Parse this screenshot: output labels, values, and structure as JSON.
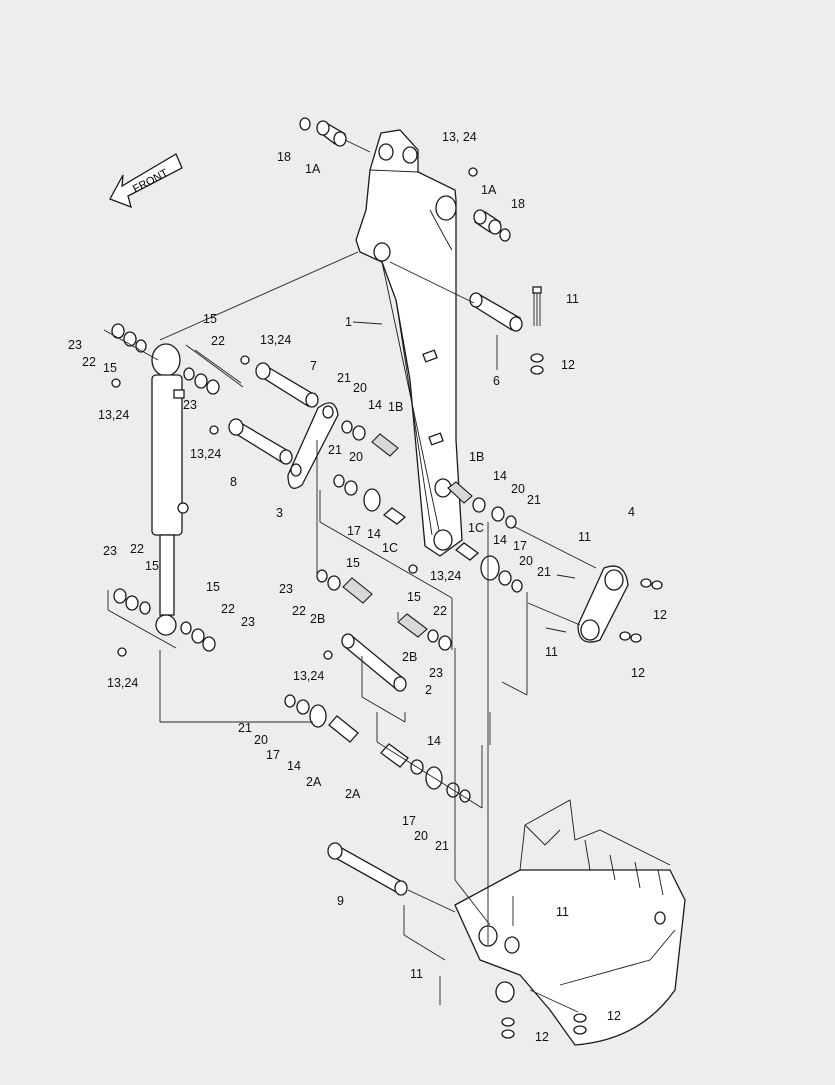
{
  "front_arrow_text": "FRONT",
  "callouts": [
    {
      "id": "c18a",
      "text": "18"
    },
    {
      "id": "c1Aa",
      "text": "1A"
    },
    {
      "id": "c1324a",
      "text": "13, 24"
    },
    {
      "id": "c1Ab",
      "text": "1A"
    },
    {
      "id": "c18b",
      "text": "18"
    },
    {
      "id": "c11a",
      "text": "11"
    },
    {
      "id": "c1",
      "text": "1"
    },
    {
      "id": "c12a",
      "text": "12"
    },
    {
      "id": "c6",
      "text": "6"
    },
    {
      "id": "c23a",
      "text": "23"
    },
    {
      "id": "c22a",
      "text": "22"
    },
    {
      "id": "c15a",
      "text": "15"
    },
    {
      "id": "c15b",
      "text": "15"
    },
    {
      "id": "c22b",
      "text": "22"
    },
    {
      "id": "c23b",
      "text": "23"
    },
    {
      "id": "c1324b",
      "text": "13,24"
    },
    {
      "id": "c1324c",
      "text": "13,24"
    },
    {
      "id": "c7",
      "text": "7"
    },
    {
      "id": "c21a",
      "text": "21"
    },
    {
      "id": "c20a",
      "text": "20"
    },
    {
      "id": "c14a",
      "text": "14"
    },
    {
      "id": "c1Ba",
      "text": "1B"
    },
    {
      "id": "c1324d",
      "text": "13,24"
    },
    {
      "id": "c8",
      "text": "8"
    },
    {
      "id": "c3",
      "text": "3"
    },
    {
      "id": "c21b",
      "text": "21"
    },
    {
      "id": "c20b",
      "text": "20"
    },
    {
      "id": "c17a",
      "text": "17"
    },
    {
      "id": "c14b",
      "text": "14"
    },
    {
      "id": "c1Ca",
      "text": "1C"
    },
    {
      "id": "c1Bb",
      "text": "1B"
    },
    {
      "id": "c14c",
      "text": "14"
    },
    {
      "id": "c20c",
      "text": "20"
    },
    {
      "id": "c21c",
      "text": "21"
    },
    {
      "id": "c1Cb",
      "text": "1C"
    },
    {
      "id": "c14d",
      "text": "14"
    },
    {
      "id": "c17b",
      "text": "17"
    },
    {
      "id": "c20d",
      "text": "20"
    },
    {
      "id": "c21d",
      "text": "21"
    },
    {
      "id": "c4",
      "text": "4"
    },
    {
      "id": "c11b",
      "text": "11"
    },
    {
      "id": "c12b",
      "text": "12"
    },
    {
      "id": "c1324e",
      "text": "13,24"
    },
    {
      "id": "c23c",
      "text": "23"
    },
    {
      "id": "c22c",
      "text": "22"
    },
    {
      "id": "c15c",
      "text": "15"
    },
    {
      "id": "c15d",
      "text": "15"
    },
    {
      "id": "c22d",
      "text": "22"
    },
    {
      "id": "c23d",
      "text": "23"
    },
    {
      "id": "c1324f",
      "text": "13,24"
    },
    {
      "id": "c23e",
      "text": "23"
    },
    {
      "id": "c15e",
      "text": "15"
    },
    {
      "id": "c22e",
      "text": "22"
    },
    {
      "id": "c2Ba",
      "text": "2B"
    },
    {
      "id": "c15f",
      "text": "15"
    },
    {
      "id": "c22f",
      "text": "22"
    },
    {
      "id": "c2Bb",
      "text": "2B"
    },
    {
      "id": "c23f",
      "text": "23"
    },
    {
      "id": "c11c",
      "text": "11"
    },
    {
      "id": "c12c",
      "text": "12"
    },
    {
      "id": "c1324g",
      "text": "13,24"
    },
    {
      "id": "c2",
      "text": "2"
    },
    {
      "id": "c21e",
      "text": "21"
    },
    {
      "id": "c20e",
      "text": "20"
    },
    {
      "id": "c17c",
      "text": "17"
    },
    {
      "id": "c14e",
      "text": "14"
    },
    {
      "id": "c2Aa",
      "text": "2A"
    },
    {
      "id": "c14f",
      "text": "14"
    },
    {
      "id": "c2Ab",
      "text": "2A"
    },
    {
      "id": "c17d",
      "text": "17"
    },
    {
      "id": "c20f",
      "text": "20"
    },
    {
      "id": "c21f",
      "text": "21"
    },
    {
      "id": "c9",
      "text": "9"
    },
    {
      "id": "c11d",
      "text": "11"
    },
    {
      "id": "c11e",
      "text": "11"
    },
    {
      "id": "c12d",
      "text": "12"
    },
    {
      "id": "c12e",
      "text": "12"
    }
  ]
}
